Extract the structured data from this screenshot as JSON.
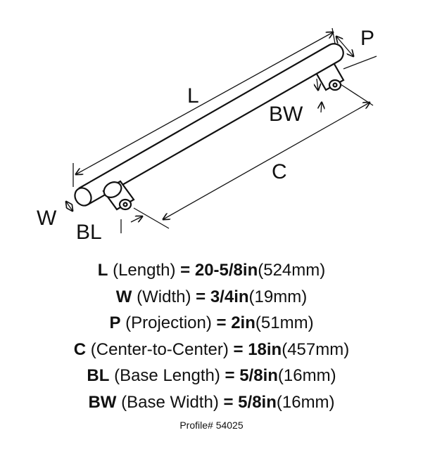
{
  "diagram_labels": {
    "L": "L",
    "P": "P",
    "BW": "BW",
    "C": "C",
    "W": "W",
    "BL": "BL"
  },
  "specs": [
    {
      "code": "L",
      "name": "(Length)",
      "eq": "=",
      "imperial": "20-5/8in",
      "metric": "(524mm)"
    },
    {
      "code": "W",
      "name": "(Width)",
      "eq": "=",
      "imperial": "3/4in",
      "metric": "(19mm)"
    },
    {
      "code": "P",
      "name": "(Projection)",
      "eq": "=",
      "imperial": "2in",
      "metric": "(51mm)"
    },
    {
      "code": "C",
      "name": "(Center-to-Center)",
      "eq": "=",
      "imperial": "18in",
      "metric": "(457mm)"
    },
    {
      "code": "BL",
      "name": "(Base Length)",
      "eq": "=",
      "imperial": "5/8in",
      "metric": "(16mm)"
    },
    {
      "code": "BW",
      "name": "(Base Width)",
      "eq": "=",
      "imperial": "5/8in",
      "metric": "(16mm)"
    }
  ],
  "profile": "Profile# 54025"
}
